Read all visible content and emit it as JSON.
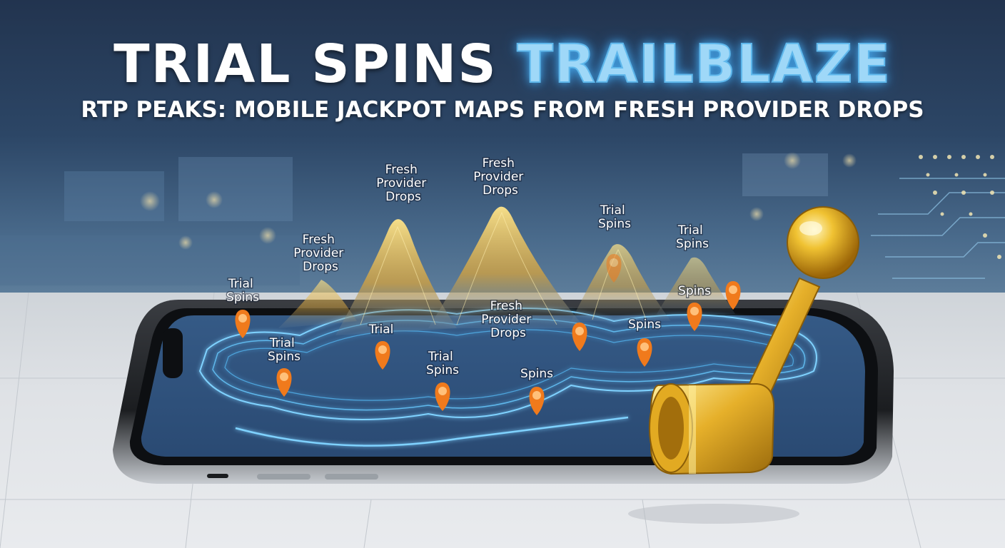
{
  "title": {
    "word_white": "TRIAL SPINS",
    "word_blue": "TRAILBLAZE"
  },
  "subtitle": "RTP PEAKS: MOBILE JACKPOT MAPS FROM FRESH PROVIDER DROPS",
  "map_labels": [
    {
      "lines": [
        "Trial",
        "Spins"
      ]
    },
    {
      "lines": [
        "Trial",
        "Spins"
      ]
    },
    {
      "lines": [
        "Fresh",
        "Provider",
        "Drops"
      ]
    },
    {
      "lines": [
        "Fresh",
        "Provider",
        "Drops"
      ]
    },
    {
      "lines": [
        "Fresh",
        "Provider",
        "Drops"
      ]
    },
    {
      "lines": [
        "Trial"
      ]
    },
    {
      "lines": [
        "Trial",
        "Spins"
      ]
    },
    {
      "lines": [
        "Fresh",
        "Provider",
        "Drops"
      ]
    },
    {
      "lines": [
        "Spins"
      ]
    },
    {
      "lines": [
        "Trial",
        "Spins"
      ]
    },
    {
      "lines": [
        "Spins"
      ]
    },
    {
      "lines": [
        "Trial",
        "Spins"
      ]
    },
    {
      "lines": [
        "Spins"
      ]
    }
  ],
  "colors": {
    "accent_blue": "#5fb8ec",
    "pin_orange": "#f07a1c",
    "peak_gold": "#f2c24a",
    "lever_gold": "#e0a81e"
  },
  "icons": {
    "pin": "map-pin-icon",
    "lever": "slot-lever-icon"
  }
}
